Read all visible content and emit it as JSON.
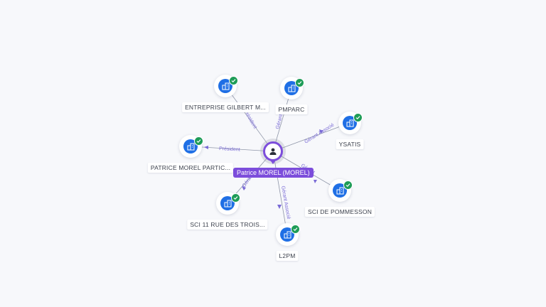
{
  "center": {
    "label": "Patrice MOREL (MOREL)"
  },
  "companies": [
    {
      "id": "gilbert",
      "label": "ENTREPRISE GILBERT M...",
      "role": "Président"
    },
    {
      "id": "pmparc",
      "label": "PMPARC",
      "role": "Gérant"
    },
    {
      "id": "ysatis",
      "label": "YSATIS",
      "role": "Gérant Associé"
    },
    {
      "id": "patrice",
      "label": "PATRICE MOREL PARTIC...",
      "role": "Président"
    },
    {
      "id": "pommesson",
      "label": "SCI DE POMMESSON",
      "role": "Gérant"
    },
    {
      "id": "sci11",
      "label": "SCI 11 RUE DES TROIS...",
      "role": "Gérant"
    },
    {
      "id": "l2pm",
      "label": "L2PM",
      "role": "Gérant Associé"
    }
  ],
  "colors": {
    "accent": "#7c4ddb",
    "company": "#1f6fe5",
    "verified": "#1e9c57",
    "edge": "#8f96a8"
  },
  "icons": {
    "center": "person-icon",
    "company": "building-icon",
    "verified": "check-icon"
  }
}
